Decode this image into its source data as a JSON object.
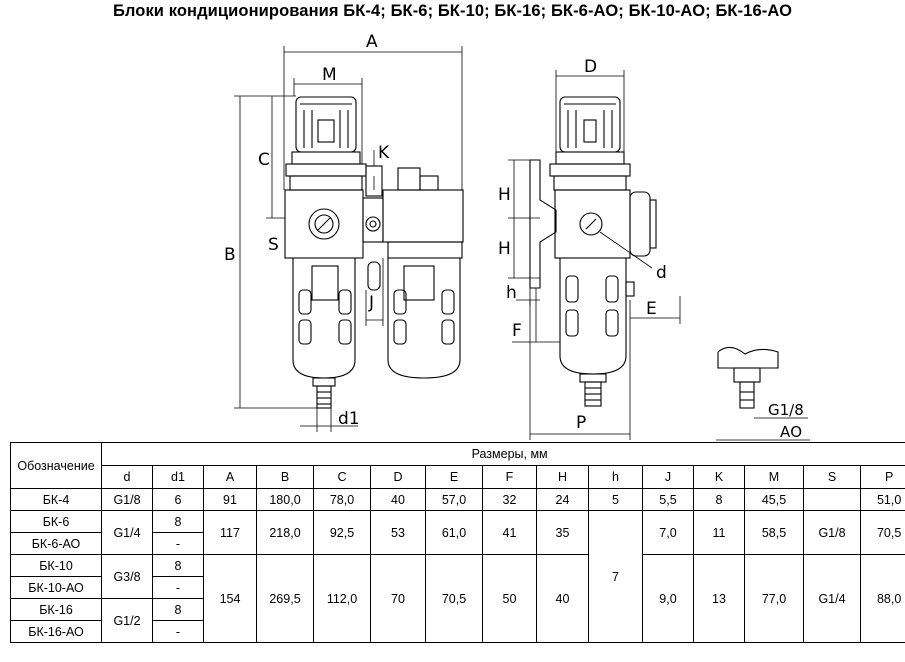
{
  "title": "Блоки кондиционирования БК-4; БК-6; БК-10; БК-16; БК-6-АО; БК-10-АО; БК-16-АО",
  "dims": {
    "A": "A",
    "M": "M",
    "C": "C",
    "K": "K",
    "S": "S",
    "B": "B",
    "J": "J",
    "d1": "d1",
    "D": "D",
    "H1": "H",
    "H2": "H",
    "h": "h",
    "F": "F",
    "d": "d",
    "E": "E",
    "P": "P",
    "G": "G1/8",
    "AO": "АО"
  },
  "table": {
    "col_designation": "Обозначение",
    "group_header": "Размеры, мм",
    "columns": [
      "d",
      "d1",
      "A",
      "B",
      "C",
      "D",
      "E",
      "F",
      "H",
      "h",
      "J",
      "K",
      "M",
      "S",
      "P"
    ],
    "rows": {
      "bk4": {
        "name": "БК-4",
        "d": "G1/8",
        "d1": "6",
        "A": "91",
        "B": "180,0",
        "C": "78,0",
        "D": "40",
        "E": "57,0",
        "F": "32",
        "H": "24",
        "h": "5",
        "J": "5,5",
        "K": "8",
        "M": "45,5",
        "S": "",
        "P": "51,0"
      },
      "bk6": {
        "name": "БК-6",
        "d1": "8"
      },
      "bk6ao": {
        "name": "БК-6-АО",
        "d1": "-"
      },
      "bk10": {
        "name": "БК-10",
        "d1": "8"
      },
      "bk10ao": {
        "name": "БК-10-АО",
        "d1": "-"
      },
      "bk16": {
        "name": "БК-16",
        "d1": "8"
      },
      "bk16ao": {
        "name": "БК-16-АО",
        "d1": "-"
      }
    },
    "group_bk6": {
      "d": "G1/4",
      "A": "117",
      "B": "218,0",
      "C": "92,5",
      "D": "53",
      "E": "61,0",
      "F": "41",
      "H": "35",
      "J": "7,0",
      "K": "11",
      "M": "58,5",
      "P": "70,5"
    },
    "s_group_a": "G1/8",
    "h_group": "7",
    "bk10_d": "G3/8",
    "bk16_d": "G1/2",
    "group_big": {
      "A": "154",
      "B": "269,5",
      "C": "112,0",
      "D": "70",
      "E": "70,5",
      "F": "50",
      "H": "40",
      "J": "9,0",
      "K": "13",
      "M": "77,0",
      "S": "G1/4",
      "P": "88,0"
    }
  }
}
